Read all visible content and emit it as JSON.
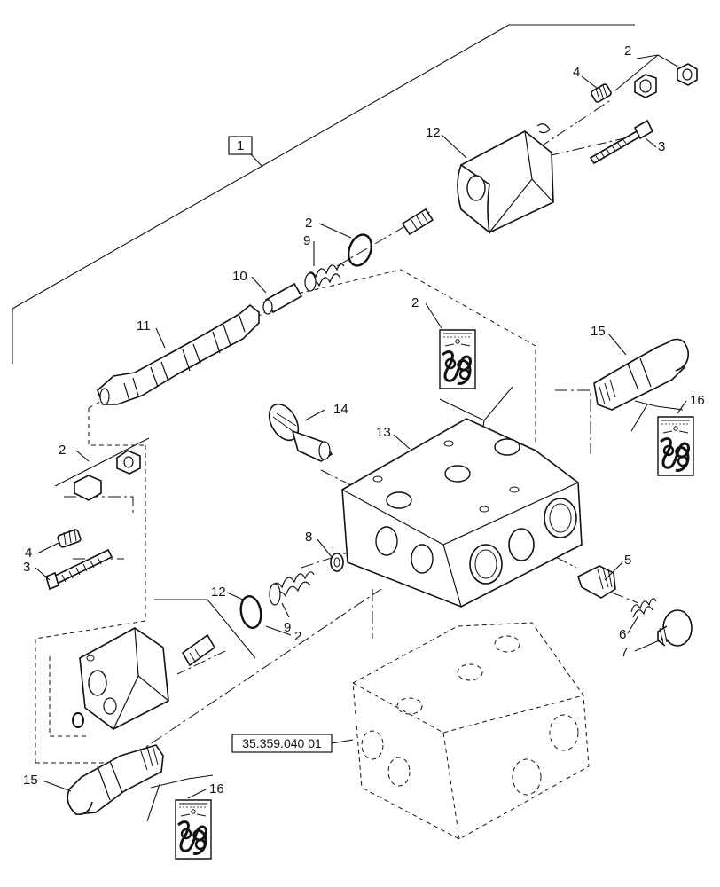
{
  "diagram": {
    "assembly_box_label": "1",
    "reference_label": "35.359.040 01",
    "callouts": {
      "c2_top_right": "2",
      "c4_top": "4",
      "c3_top": "3",
      "c12_top": "12",
      "c2_oring_top": "2",
      "c9_top": "9",
      "c10": "10",
      "c11": "11",
      "c2_kit": "2",
      "c15_right": "15",
      "c16_right": "16",
      "c14": "14",
      "c13": "13",
      "c2_left": "2",
      "c4_left": "4",
      "c3_left": "3",
      "c8": "8",
      "c5": "5",
      "c12_bottom": "12",
      "c9_bottom": "9",
      "c2_oring_bottom": "2",
      "c6": "6",
      "c7": "7",
      "c15_left": "15",
      "c16_left": "16"
    },
    "icons": [
      "seal-kit-bag-icon"
    ]
  }
}
